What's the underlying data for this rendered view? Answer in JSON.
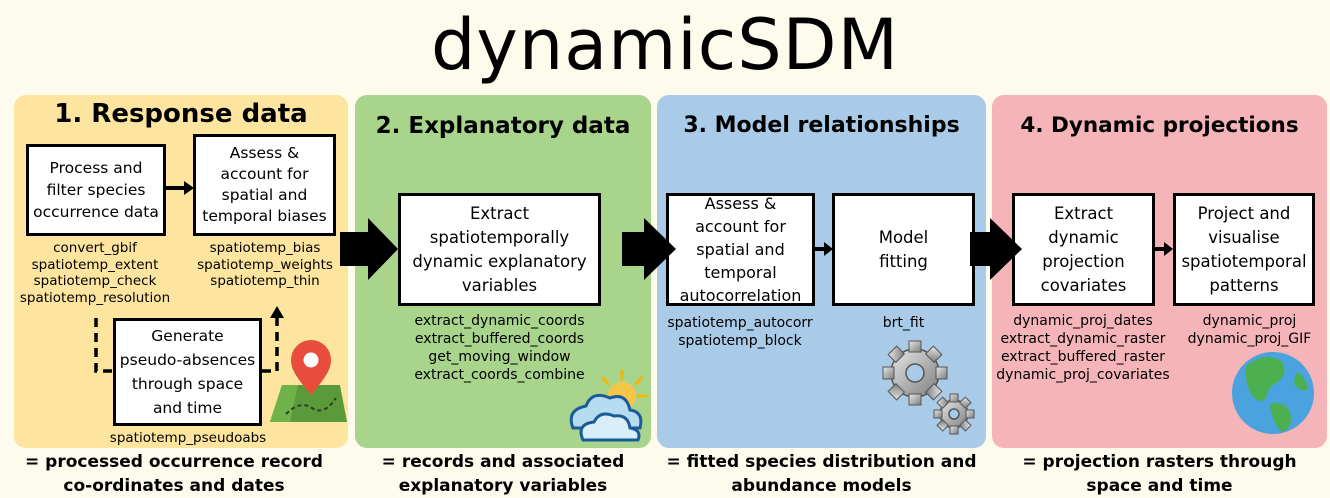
{
  "title": "dynamicSDM",
  "colors": {
    "background": "#fdfbec",
    "panel1": "#fde59f",
    "panel2": "#a8d48c",
    "panel3": "#a9cbe8",
    "panel4": "#f4b4b8"
  },
  "panels": [
    {
      "heading": "1. Response data",
      "boxes": [
        "Process and filter species occurrence data",
        "Assess & account for spatial and temporal biases",
        "Generate pseudo-absences through space and time"
      ],
      "functions": {
        "process": [
          "convert_gbif",
          "spatiotemp_extent",
          "spatiotemp_check",
          "spatiotemp_resolution"
        ],
        "assess": [
          "spatiotemp_bias",
          "spatiotemp_weights",
          "spatiotemp_thin"
        ],
        "pseudo": [
          "spatiotemp_pseudoabs"
        ]
      },
      "icon": "map-pin-icon",
      "result": [
        "= processed occurrence record",
        "co-ordinates and dates"
      ]
    },
    {
      "heading": "2. Explanatory data",
      "boxes": [
        "Extract spatiotemporally dynamic explanatory variables"
      ],
      "functions": {
        "extract": [
          "extract_dynamic_coords",
          "extract_buffered_coords",
          "get_moving_window",
          "extract_coords_combine"
        ]
      },
      "icon": "weather-icon",
      "result": [
        "= records and associated",
        "explanatory variables"
      ]
    },
    {
      "heading": "3. Model relationships",
      "boxes": [
        "Assess & account for spatial and temporal autocorrelation",
        "Model fitting"
      ],
      "functions": {
        "autocorr": [
          "spatiotemp_autocorr",
          "spatiotemp_block"
        ],
        "fit": [
          "brt_fit"
        ]
      },
      "icon": "gears-icon",
      "result": [
        "= fitted species distribution and",
        "abundance models"
      ]
    },
    {
      "heading": "4. Dynamic projections",
      "boxes": [
        "Extract dynamic projection covariates",
        "Project and visualise spatiotemporal patterns"
      ],
      "functions": {
        "covariates": [
          "dynamic_proj_dates",
          "extract_dynamic_raster",
          "extract_buffered_raster",
          "dynamic_proj_covariates"
        ],
        "project": [
          "dynamic_proj",
          "dynamic_proj_GIF"
        ]
      },
      "icon": "globe-icon",
      "result": [
        "= projection rasters through",
        "space and time"
      ]
    }
  ]
}
